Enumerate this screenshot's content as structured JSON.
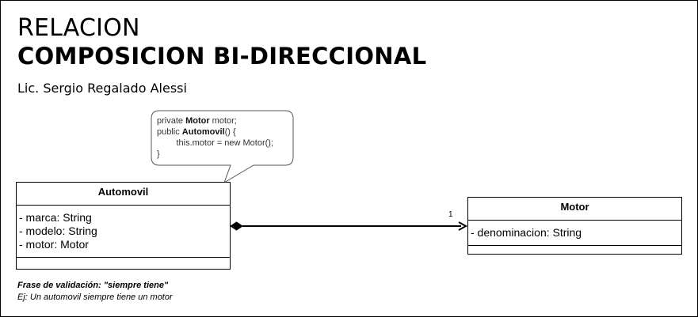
{
  "title": {
    "line1": "RELACION",
    "line2": "COMPOSICION BI-DIRECCIONAL",
    "author": "Lic. Sergio Regalado Alessi"
  },
  "code_note": {
    "line1_a": "private ",
    "line1_b": "Motor",
    "line1_c": " motor;",
    "line2_a": "public ",
    "line2_b": "Automovil",
    "line2_c": "() {",
    "line3": "        this.motor = new Motor();",
    "line4": "}"
  },
  "classes": {
    "automovil": {
      "name": "Automovil",
      "attributes": [
        "- marca: String",
        "- modelo: String",
        "- motor: Motor"
      ]
    },
    "motor": {
      "name": "Motor",
      "attributes": [
        "- denominacion: String"
      ]
    }
  },
  "relation": {
    "type": "composition",
    "multiplicity": "1"
  },
  "footer": {
    "validation": "Frase de validación: \"siempre tiene\"",
    "example": "Ej: Un automovil siempre tiene un motor"
  }
}
